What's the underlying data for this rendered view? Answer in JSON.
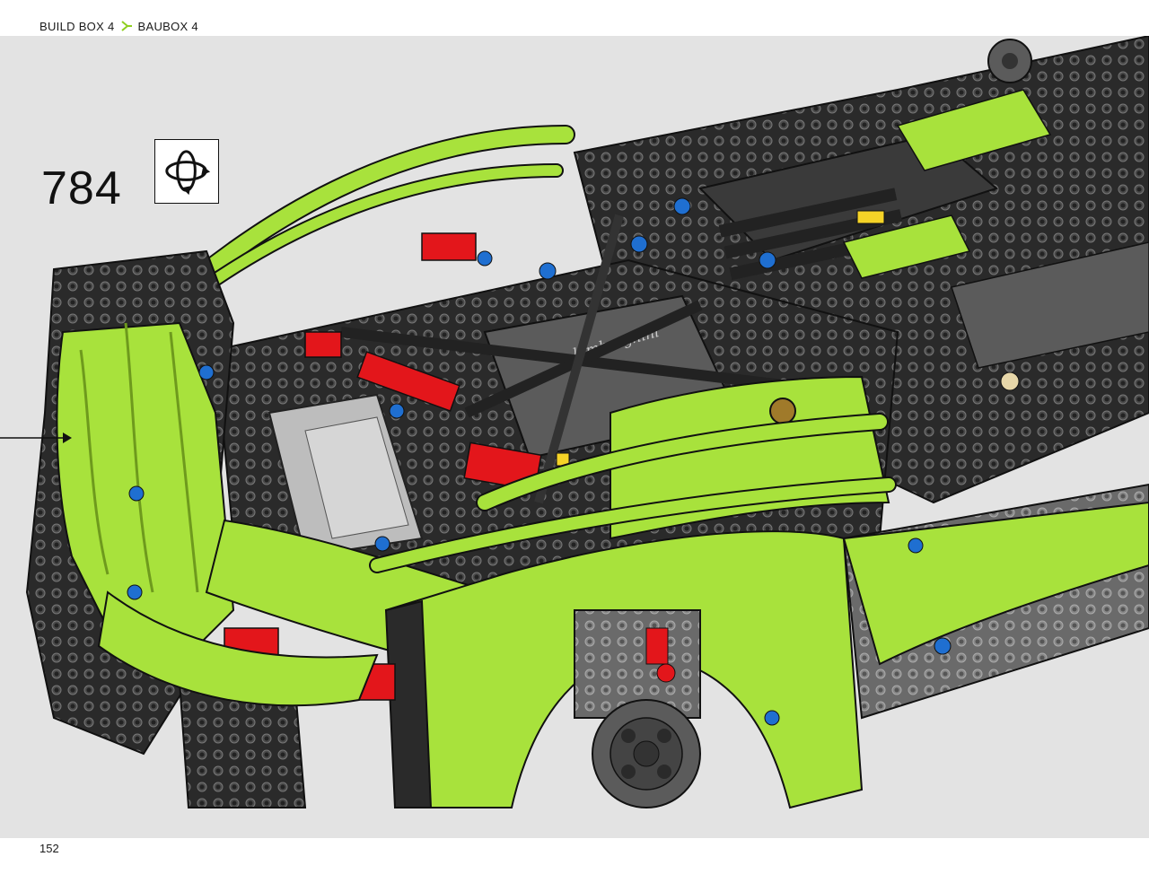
{
  "header": {
    "build_box_en": "BUILD BOX 4",
    "build_box_de": "BAUBOX 4",
    "separator_icon": "lime-chevron-icon"
  },
  "step": {
    "number": "784",
    "rotate_icon": "rotate-model-icon"
  },
  "illustration": {
    "subject": "lego-technic-car-front-body-assembly",
    "colors": {
      "lime": "#a8e23c",
      "black": "#2a2a2a",
      "dark_gray": "#5b5b5b",
      "light_gray": "#bdbdbd",
      "red": "#e3161b",
      "blue": "#1f6fd1",
      "tan": "#e6d6a8",
      "yellow": "#f5d327",
      "background": "#e3e3e3"
    }
  },
  "page": {
    "number": "152"
  }
}
